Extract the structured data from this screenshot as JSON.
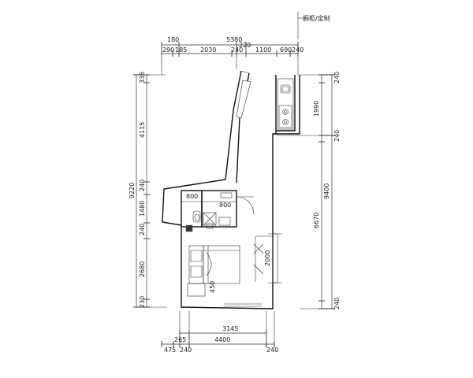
{
  "annotation": {
    "cabinet_label": "橱柜/定制"
  },
  "dims_top": {
    "overall": "5380",
    "row1": [
      "180",
      "220"
    ],
    "row2": [
      "290",
      "185",
      "2030",
      "240",
      "1100",
      "690",
      "240"
    ]
  },
  "dims_bottom": {
    "upper": "3145",
    "lower": [
      "475",
      "265",
      "4400",
      "240",
      "240"
    ]
  },
  "dims_left": {
    "overall": "9220",
    "segments": [
      "335",
      "4115",
      "240",
      "1480",
      "240",
      "2680",
      "230"
    ]
  },
  "dims_right": {
    "overall": "9400",
    "segments": [
      "240",
      "1990",
      "240",
      "6670",
      "240"
    ]
  },
  "room_dims": {
    "bath_width": "800",
    "closet_width": "800",
    "bed_depth": "450",
    "window_width": "2000"
  }
}
